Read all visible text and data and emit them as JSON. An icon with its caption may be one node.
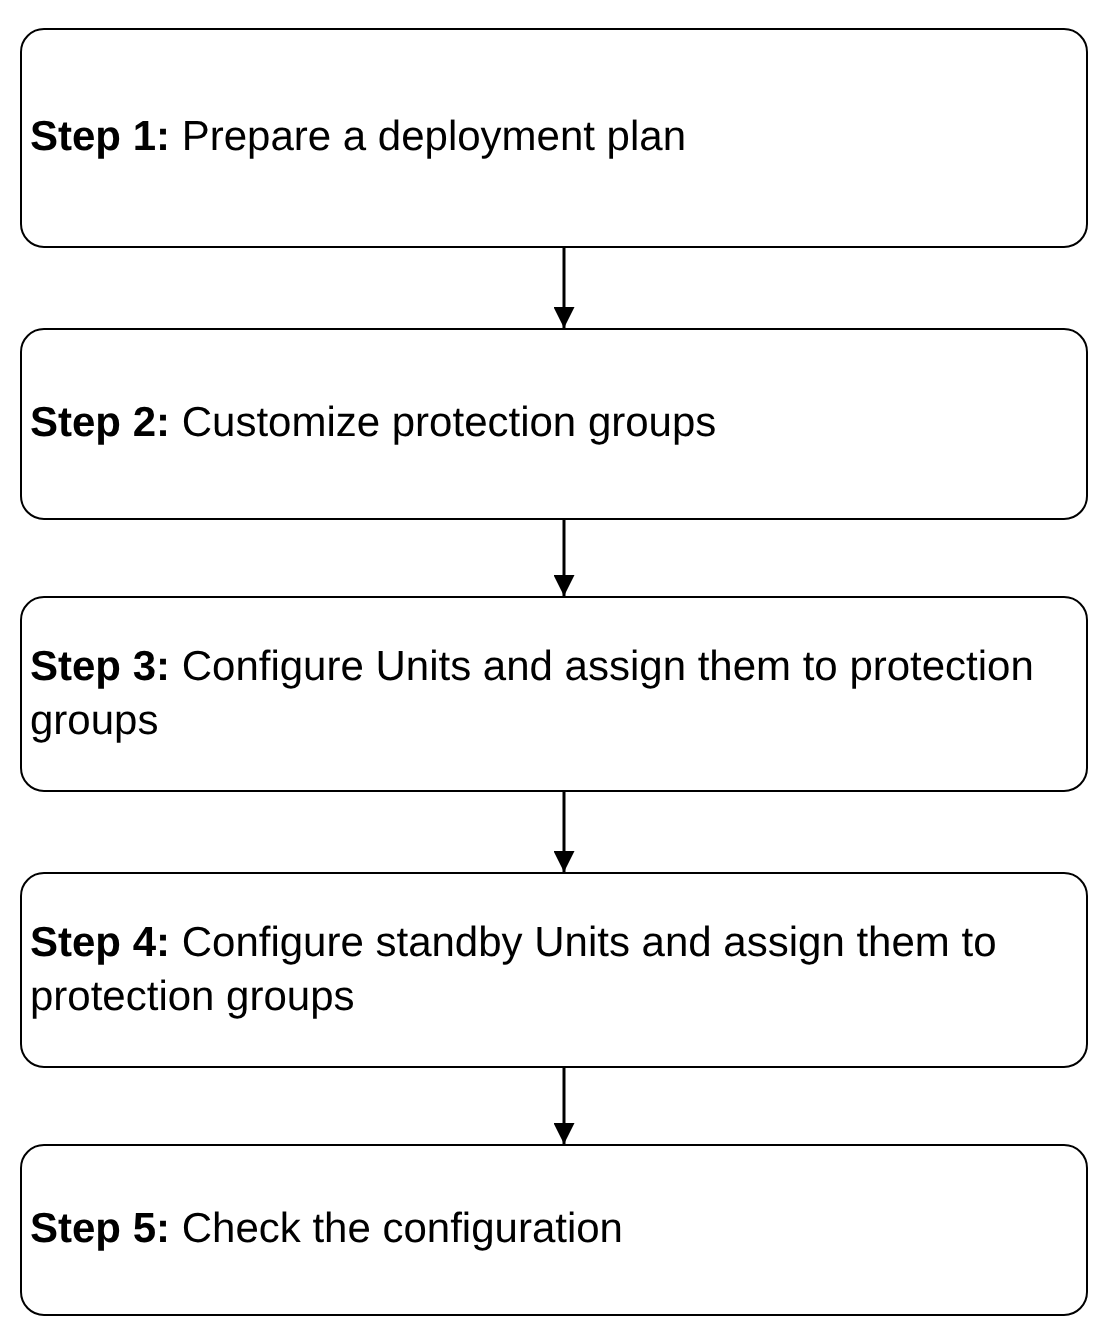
{
  "diagram": {
    "nodes": [
      {
        "text": [
          "**Step 1:** Prepare a deployment plan"
        ]
      },
      {
        "text": [
          "**Step 2:** Customize protection groups"
        ]
      },
      {
        "text": [
          "**Step 3:** Configure Units and assign them to protection groups"
        ]
      },
      {
        "text": [
          "**Step 4:** Configure standby Units and assign them to protection groups"
        ]
      },
      {
        "text": [
          "**Step 5:** Check the configuration"
        ]
      }
    ],
    "edges": [
      {
        "from": 0,
        "to": 1,
        "arrow": "to"
      },
      {
        "from": 1,
        "to": 2,
        "arrow": "to"
      },
      {
        "from": 2,
        "to": 3,
        "arrow": "to"
      },
      {
        "from": 3,
        "to": 4,
        "arrow": "to"
      }
    ]
  }
}
